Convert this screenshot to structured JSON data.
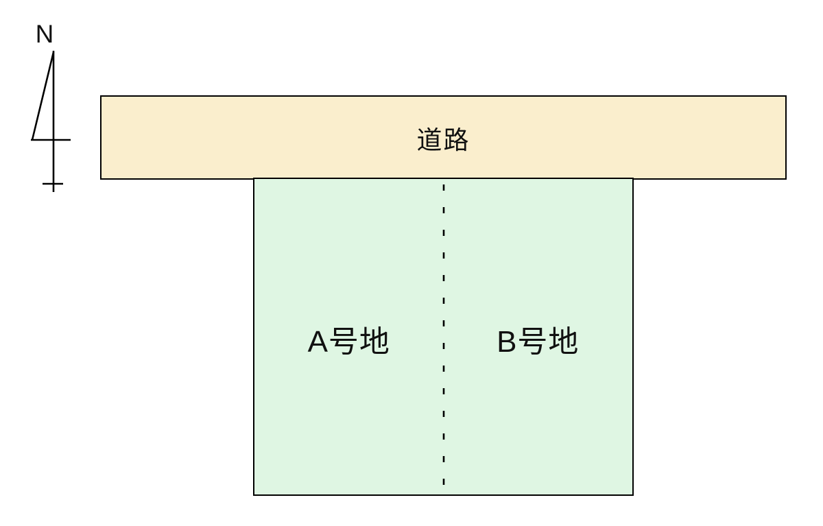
{
  "diagram": {
    "compass": {
      "label": "N"
    },
    "road": {
      "label": "道路"
    },
    "plots": [
      {
        "label": "A号地"
      },
      {
        "label": "B号地"
      }
    ],
    "colors": {
      "road_fill": "#faeecd",
      "plot_fill": "#dff6e3",
      "line": "#000000",
      "background": "#ffffff"
    }
  }
}
